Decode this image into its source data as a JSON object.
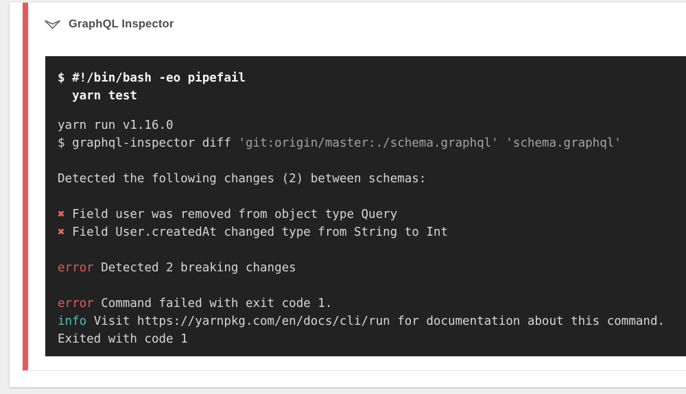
{
  "colors": {
    "page_bg": "#efefef",
    "card_bg": "#ffffff",
    "accent_red": "#e5595e",
    "divider": "#e2e2e2",
    "title_color": "#4d4d4d",
    "terminal_bg": "#222222",
    "terminal_fg": "#d6d6d6",
    "cmd_fg": "#f5f5f5",
    "dim_gray": "#a3a3a3",
    "xmark_red": "#ea6565",
    "error_red": "#de5b5b",
    "info_cyan": "#4cbfbf"
  },
  "header": {
    "title": "GraphQL Inspector",
    "collapse_icon": "chevron-down-outline-icon"
  },
  "terminal": {
    "command": {
      "line1": "$ #!/bin/bash -eo pipefail",
      "line2": "  yarn test"
    },
    "output": {
      "yarn_version": "yarn run v1.16.0",
      "diff_cmd_prefix": "$ graphql-inspector diff ",
      "diff_arg1": "'git:origin/master:./schema.graphql'",
      "diff_sep": " ",
      "diff_arg2": "'schema.graphql'",
      "detected": "Detected the following changes (2) between schemas:",
      "change_icon": "✖",
      "change1_text": " Field user was removed from object type Query",
      "change2_text": " Field User.createdAt changed type from String to Int",
      "error_label": "error",
      "error1_text": " Detected 2 breaking changes",
      "error2_text": " Command failed with exit code 1.",
      "info_label": "info",
      "info_text": " Visit https://yarnpkg.com/en/docs/cli/run for documentation about this command.",
      "exit_text": "Exited with code 1"
    }
  }
}
